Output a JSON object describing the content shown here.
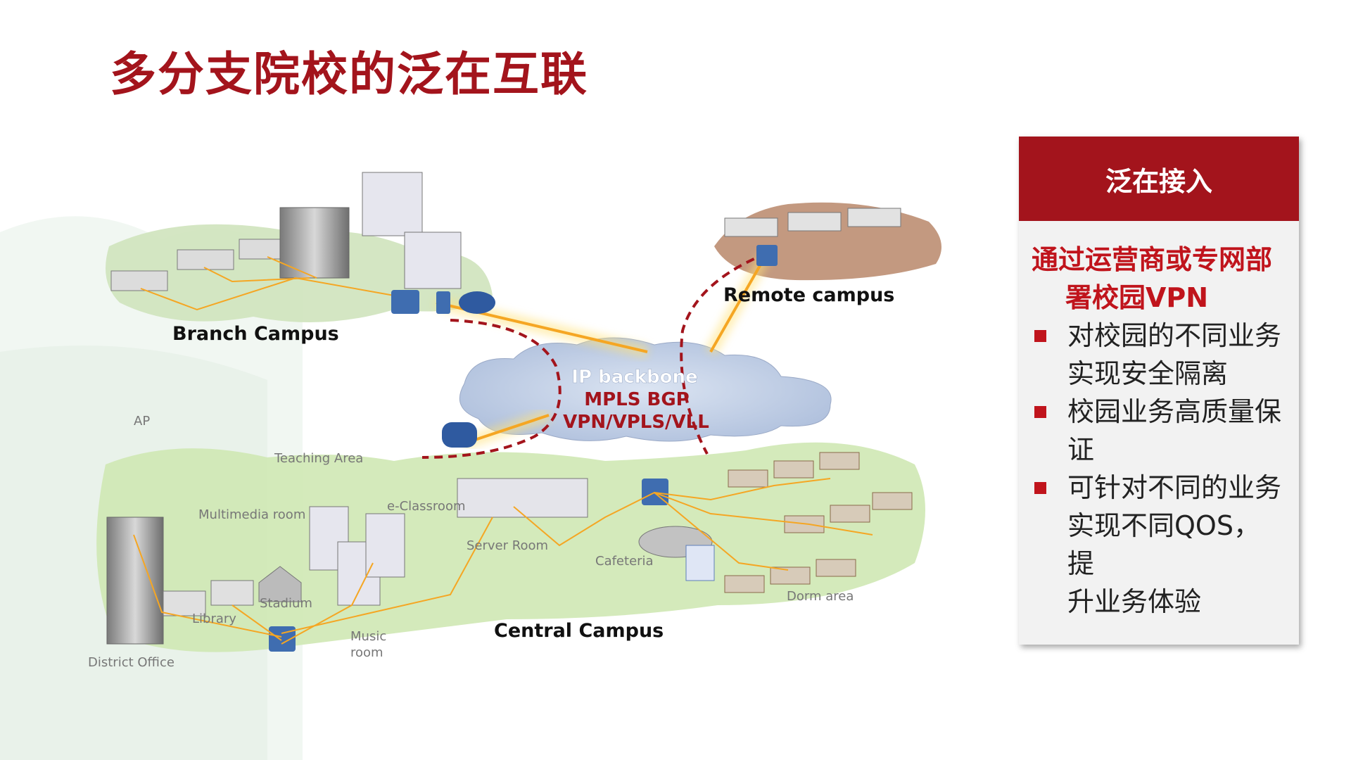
{
  "slide": {
    "title": "多分支院校的泛在互联"
  },
  "diagram": {
    "branch_campus": "Branch Campus",
    "remote_campus": "Remote campus",
    "central_campus": "Central Campus",
    "backbone": {
      "line1": "IP backbone",
      "line2": "MPLS BGP",
      "line3": "VPN/VPLS/VLL"
    },
    "areas": {
      "ap": "AP",
      "teaching_area": "Teaching Area",
      "multimedia_room": "Multimedia room",
      "e_classroom": "e-Classroom",
      "server_room": "Server Room",
      "cafeteria": "Cafeteria",
      "dorm_area": "Dorm area",
      "stadium": "Stadium",
      "library": "Library",
      "district_office": "District Office",
      "music_room_line1": "Music",
      "music_room_line2": "room"
    },
    "colors": {
      "link": "#f5a623",
      "vpn_dashed": "#a3141c",
      "land": "#c9e6a6",
      "cloud": "#c8d4e8"
    }
  },
  "panel": {
    "header": "泛在接入",
    "lead_line1": "通过运营商或专网部",
    "lead_line2": "署校园VPN",
    "bullets": [
      {
        "line1": "对校园的不同业务",
        "line2": "实现安全隔离"
      },
      {
        "line1": "校园业务高质量保",
        "line2": "证"
      },
      {
        "line1": "可针对不同的业务",
        "line2": "实现不同QOS，提",
        "line3": "升业务体验"
      }
    ]
  }
}
